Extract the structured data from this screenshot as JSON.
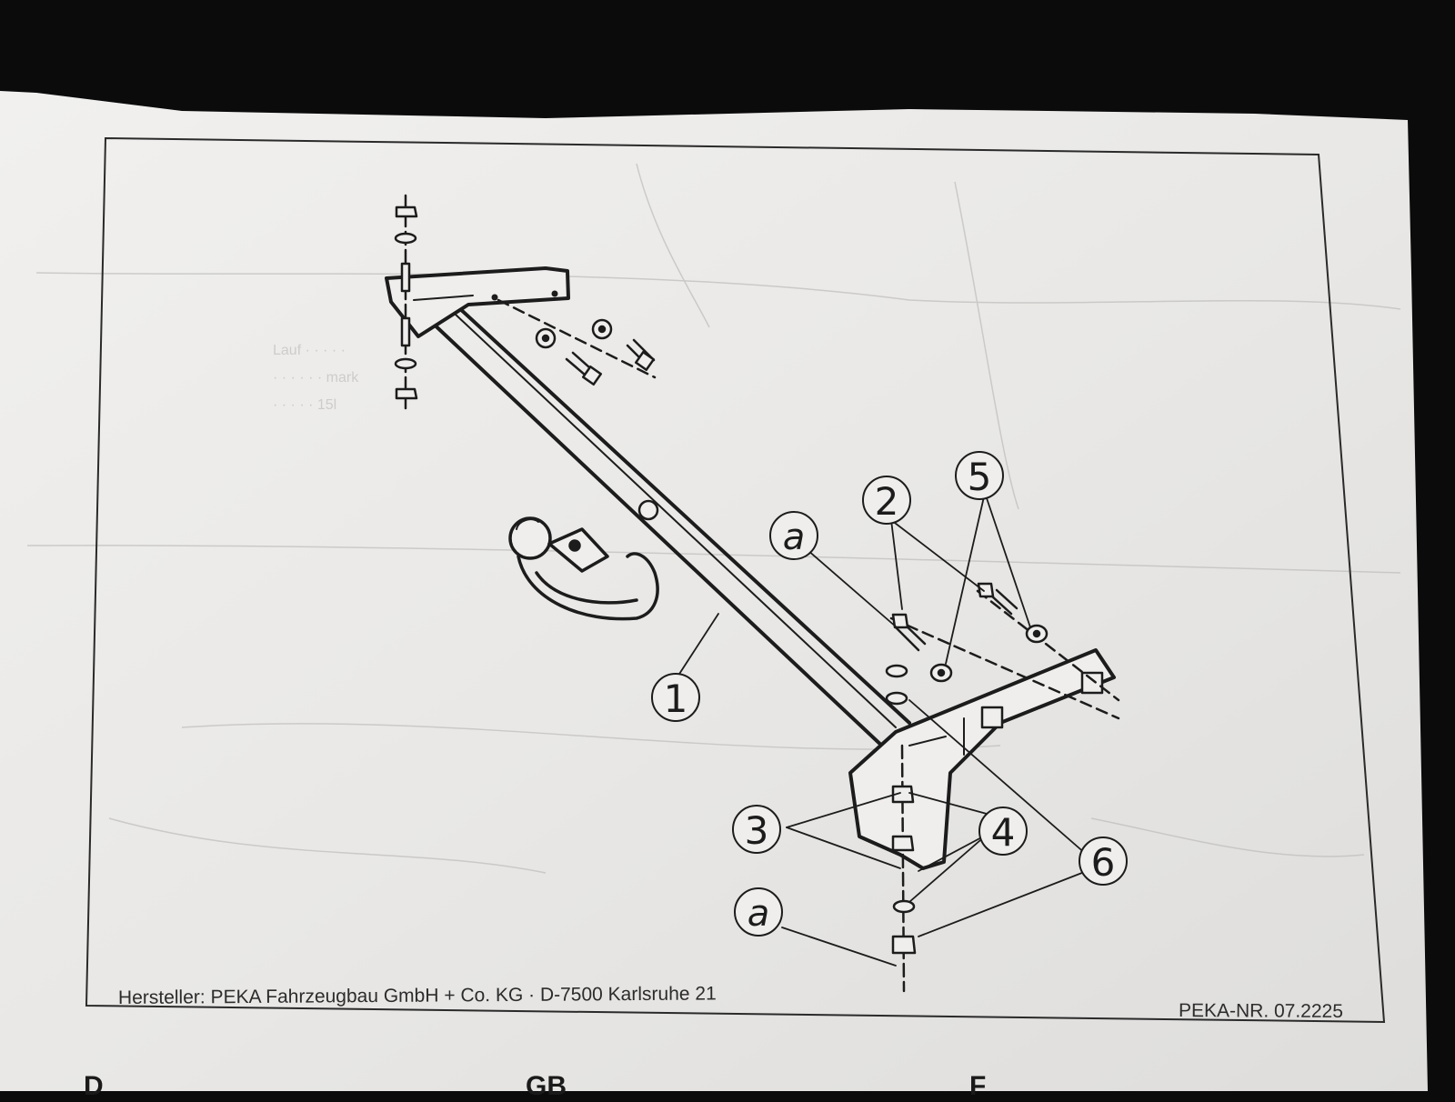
{
  "document": {
    "manufacturer_line": "Hersteller: PEKA Fahrzeugbau GmbH + Co. KG · D-7500 Karlsruhe 21",
    "part_number": "PEKA-NR. 07.2225"
  },
  "callouts": [
    {
      "id": "1",
      "label": "1"
    },
    {
      "id": "2",
      "label": "2"
    },
    {
      "id": "3",
      "label": "3"
    },
    {
      "id": "4",
      "label": "4"
    },
    {
      "id": "5",
      "label": "5"
    },
    {
      "id": "6",
      "label": "6"
    },
    {
      "id": "a-top",
      "label": "a"
    },
    {
      "id": "a-bottom",
      "label": "a"
    }
  ],
  "bottom_edge_letters": [
    "D",
    "GB",
    "F"
  ],
  "colors": {
    "paper": "#ecebe9",
    "ink": "#1c1c1c",
    "background": "#0b0b0c"
  }
}
